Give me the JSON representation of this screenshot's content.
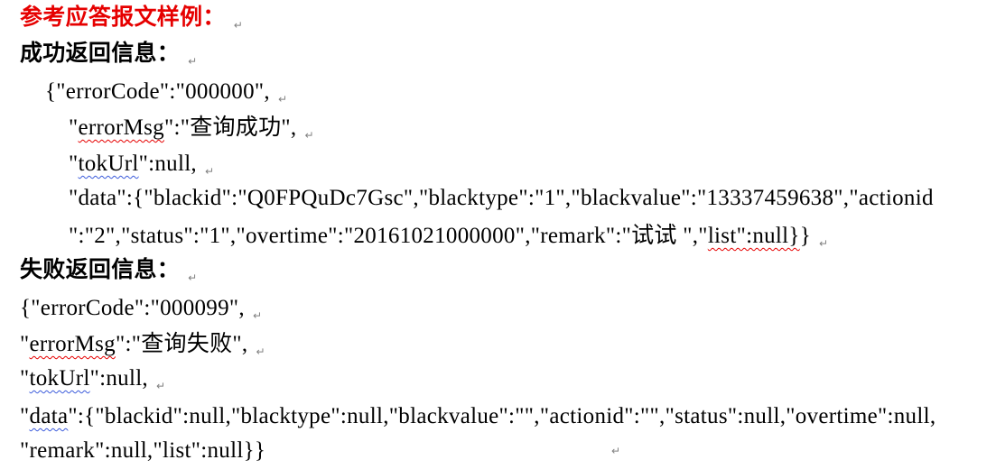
{
  "document": {
    "heading": "参考应答报文样例：",
    "success": {
      "title": "成功返回信息：",
      "line_error_code": "{\"errorCode\":\"000000\",",
      "error_msg": {
        "open": "\"",
        "key": "errorMsg",
        "rest": "\":\"查询成功\","
      },
      "tok_url": {
        "open": "\"",
        "key": "tokUrl",
        "rest": "\":null,"
      },
      "data_line_1": "\"data\":{\"blackid\":\"Q0FPQuDc7Gsc\",\"blacktype\":\"1\",\"blackvalue\":\"13337459638\",\"actionid",
      "data_line_2": {
        "prefix": "\":\"2\",\"status\":\"1\",\"overtime\":\"20161021000000\",\"remark\":\"试试  \",\"",
        "flagged": "list\":null}",
        "suffix": "}"
      }
    },
    "failure": {
      "title": "失败返回信息：",
      "line_error_code": "{\"errorCode\":\"000099\",",
      "error_msg": {
        "open": "\"",
        "key": "errorMsg",
        "rest": "\":\"查询失败\","
      },
      "tok_url": {
        "open": "\"",
        "key": "tokUrl",
        "rest": "\":null,"
      },
      "data_line_1": {
        "open": "\"",
        "key": "data",
        "rest": "\":{\"blackid\":null,\"blacktype\":null,\"blackvalue\":\"\",\"actionid\":\"\",\"status\":null,\"overtime\":null,"
      },
      "data_line_2": "\"remark\":null,\"list\":null}}"
    }
  },
  "icons": {
    "paragraph_mark": "paragraph-mark-icon"
  },
  "colors": {
    "heading": "#e60000",
    "spelling_underline": "#e60000",
    "grammar_underline": "#3b5bdb",
    "paragraph_mark": "#808080"
  }
}
